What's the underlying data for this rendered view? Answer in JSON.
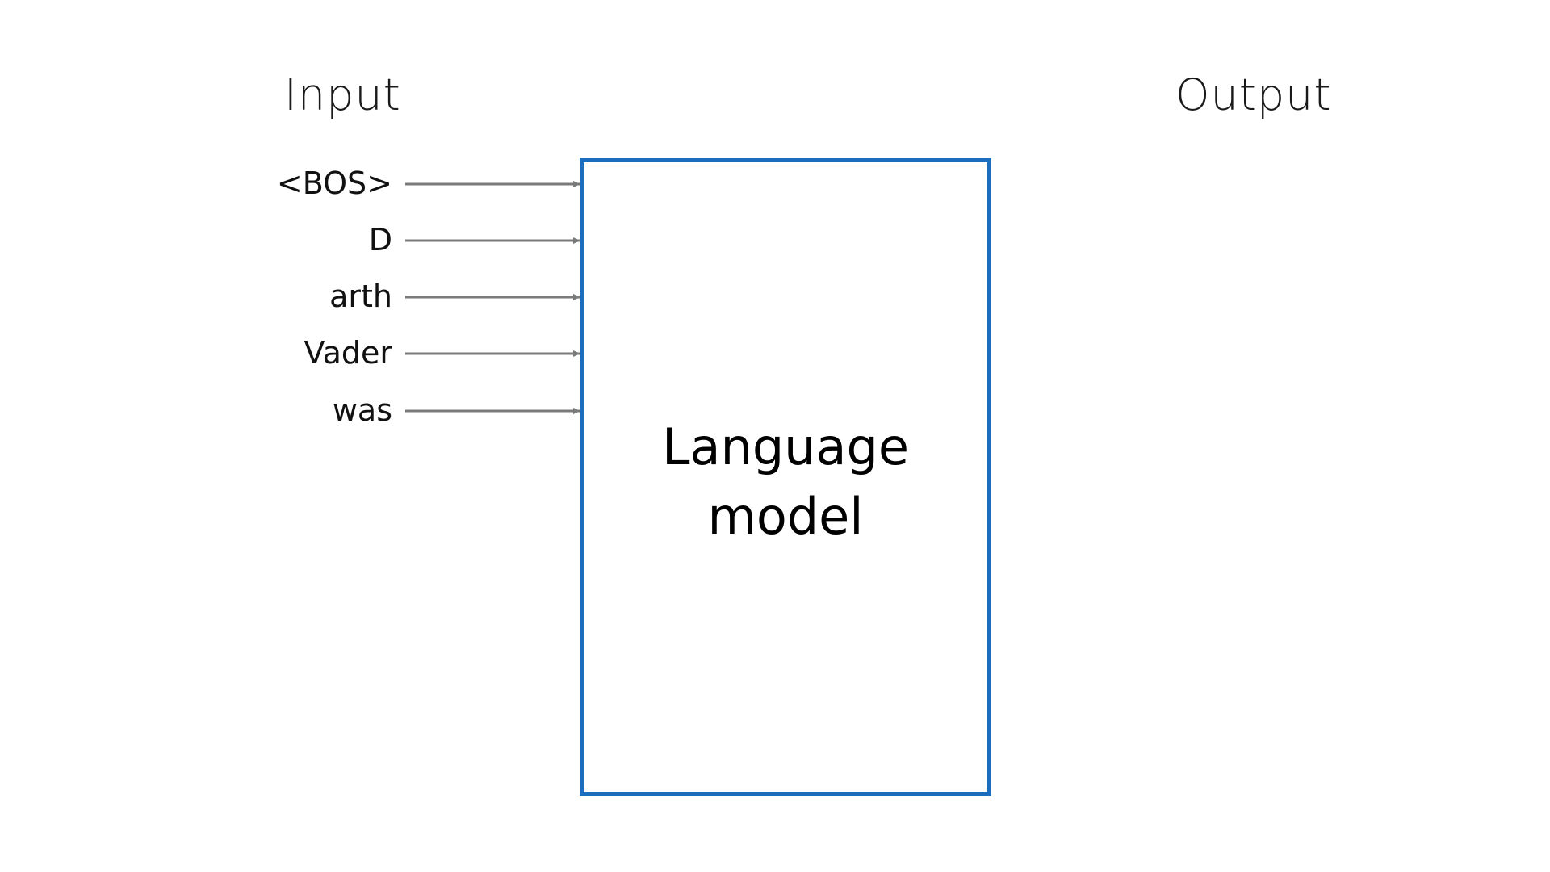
{
  "diagram": {
    "input_heading": "Input",
    "output_heading": "Output",
    "model": {
      "label_line1": "Language",
      "label_line2": "model",
      "border_color": "#1a6ebd"
    },
    "input_tokens": [
      "<BOS>",
      "D",
      "arth",
      "Vader",
      "was"
    ],
    "arrow_color": "#7a7a7a"
  }
}
